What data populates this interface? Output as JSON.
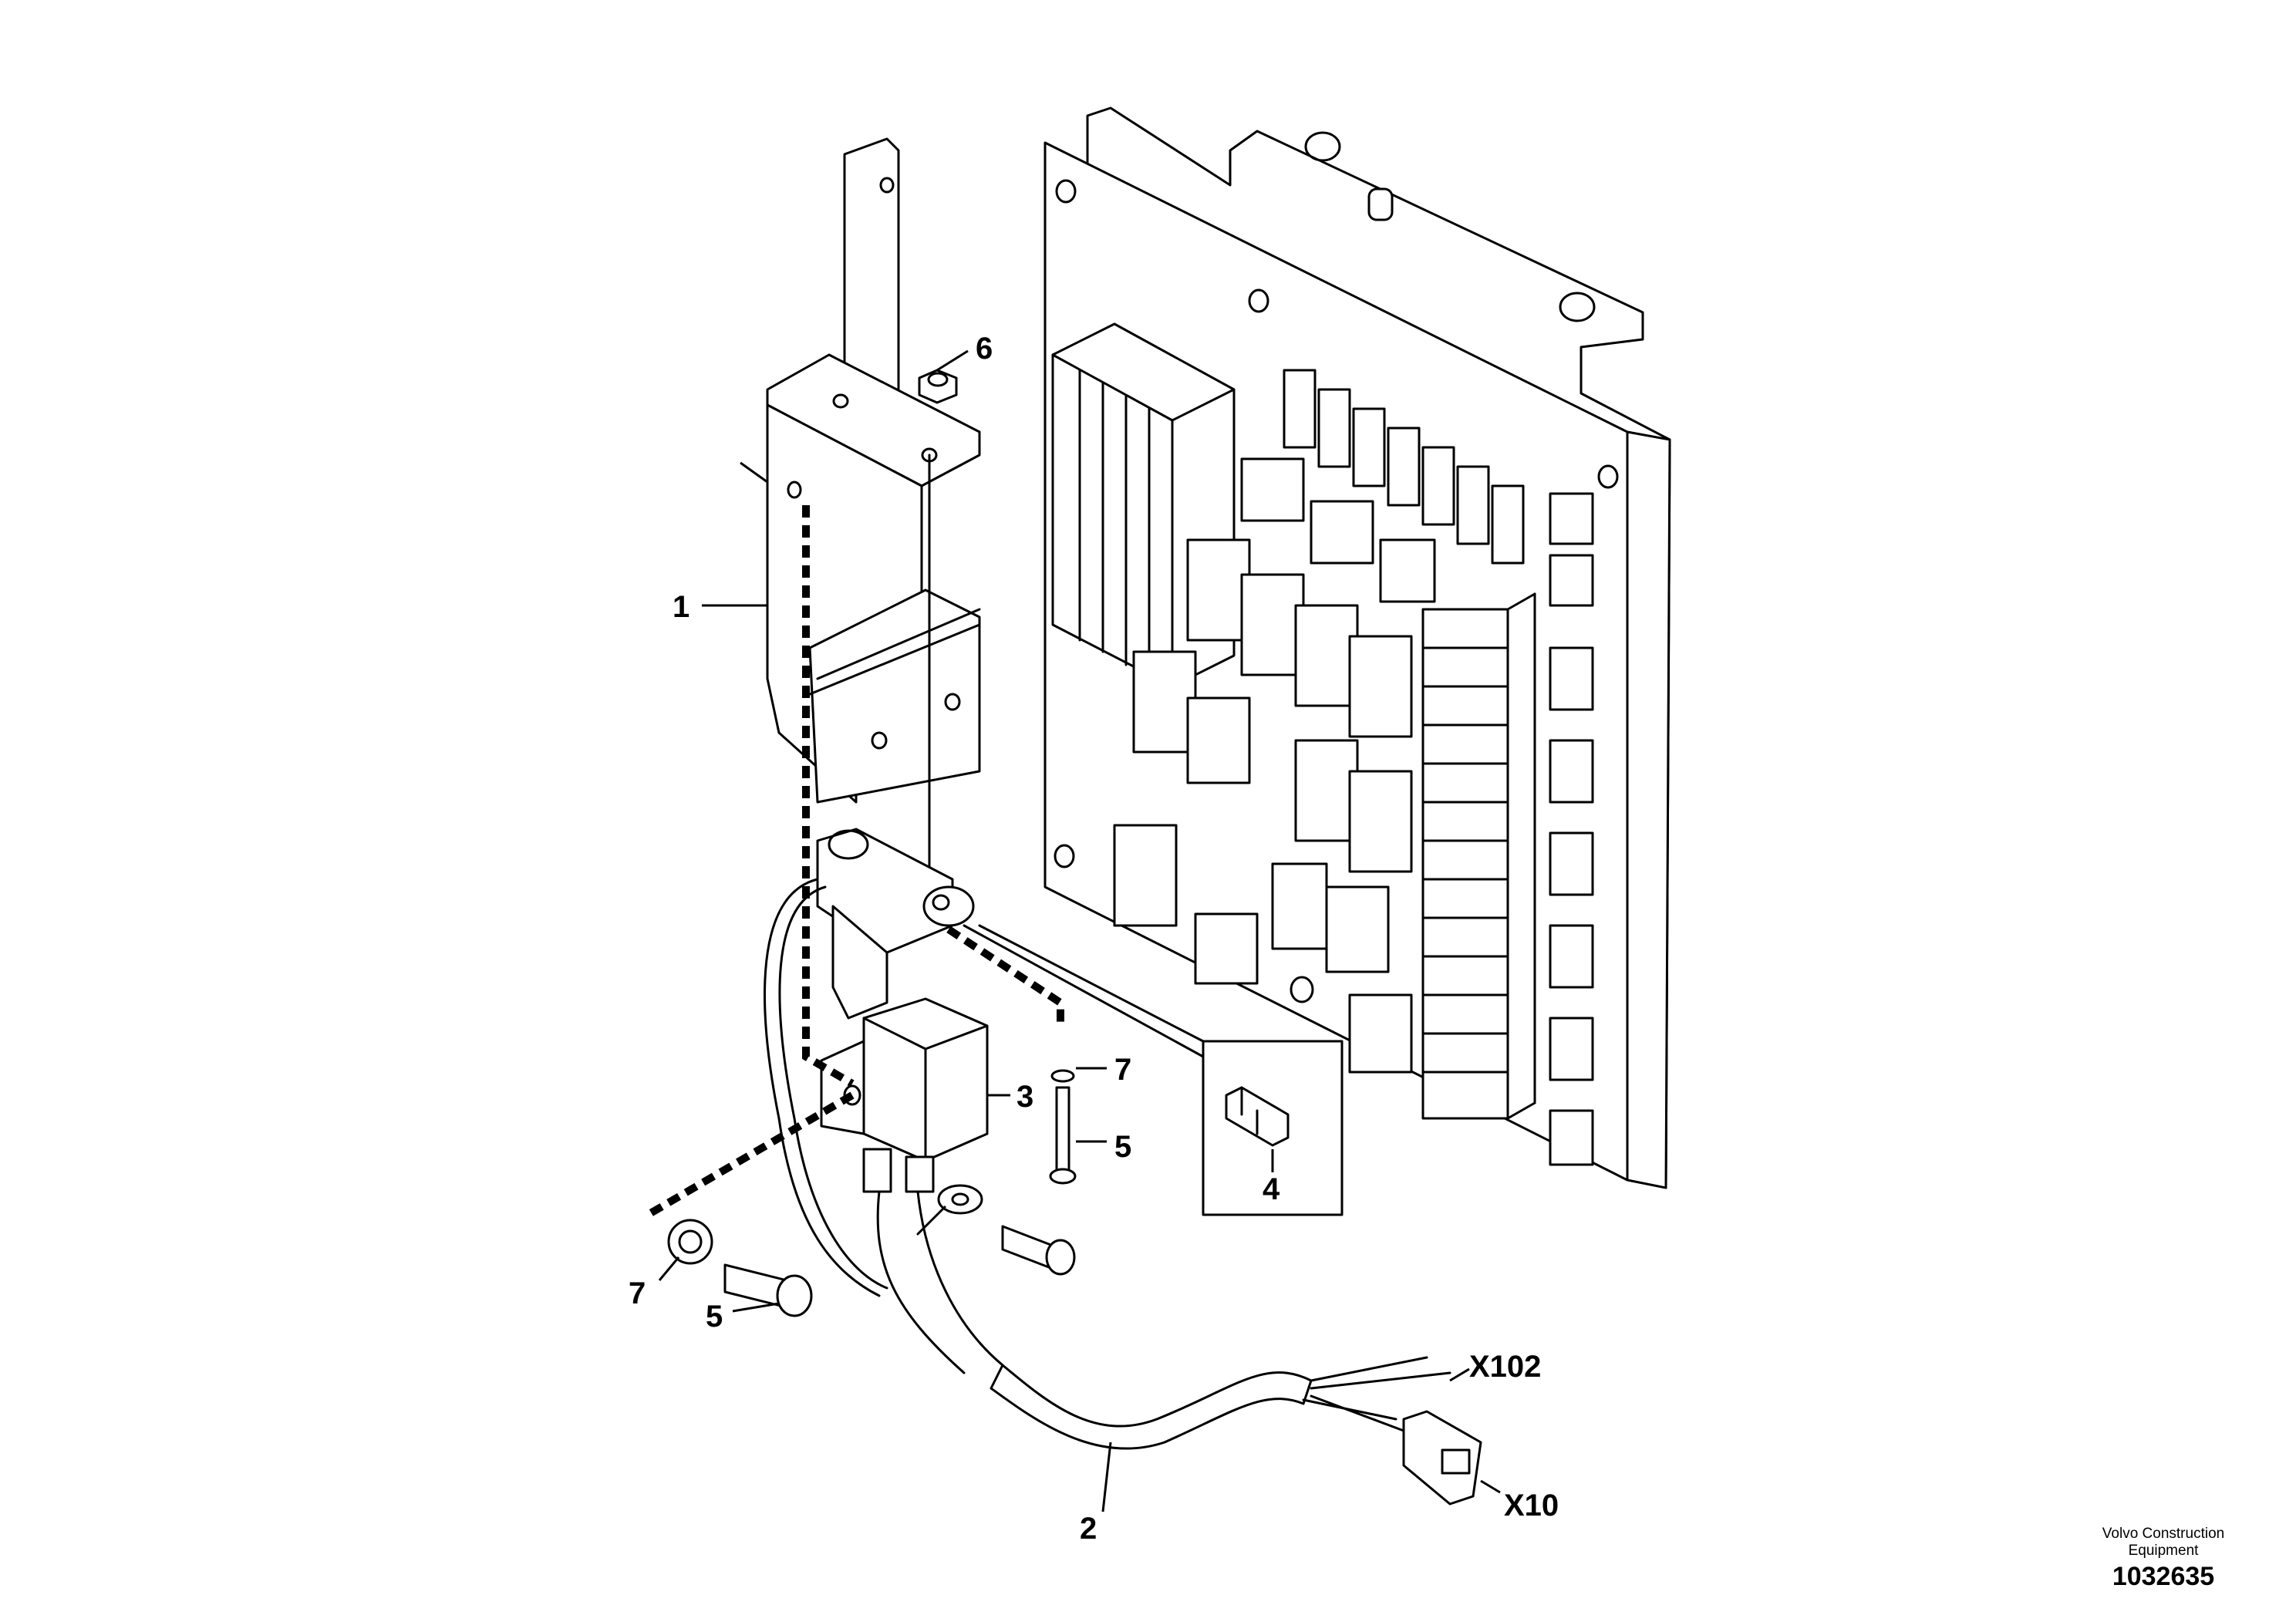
{
  "diagram": {
    "part_labels": {
      "p1": "1",
      "p2": "2",
      "p3": "3",
      "p4": "4",
      "p5a": "5",
      "p5b": "5",
      "p6": "6",
      "p7a": "7",
      "p7b": "7"
    },
    "connector_labels": {
      "x102": "X102",
      "x10": "X10"
    }
  },
  "footer": {
    "company_line1": "Volvo Construction",
    "company_line2": "Equipment",
    "drawing_number": "1032635"
  }
}
